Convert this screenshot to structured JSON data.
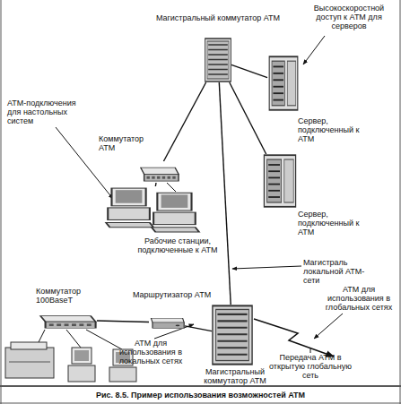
{
  "diagram": {
    "caption": "Рис. 8.5. Пример использования возможностей ATM",
    "nodes": [
      {
        "text": [
          "Магистральный коммутатор ATM"
        ]
      },
      {
        "text": [
          "Сервер, подключенный к ATM"
        ]
      },
      {
        "text": [
          "Сервер, подключенный к ATM"
        ]
      },
      {
        "text": [
          "Коммутатор ATM"
        ]
      },
      {
        "text": [
          "Рабочие станции, подключенные к ATM"
        ]
      },
      {
        "text": [
          "Коммутатор 100BaseT"
        ]
      },
      {
        "text": [
          "Маршрутизатор ATM"
        ]
      },
      {
        "text": [
          "Магистральный коммутатор ATM"
        ]
      }
    ],
    "edges": [
      {
        "from": 0,
        "to": 1,
        "arrow": "none"
      },
      {
        "from": 0,
        "to": 2,
        "arrow": "none"
      },
      {
        "from": 0,
        "to": 3,
        "arrow": "none"
      },
      {
        "from": 3,
        "to": 4,
        "arrow": "none"
      },
      {
        "from": 0,
        "to": 7,
        "arrow": "none"
      },
      {
        "from": 5,
        "to": 6,
        "arrow": "none"
      },
      {
        "from": 6,
        "to": 7,
        "arrow": "none"
      }
    ],
    "labels": [
      "Высокоскоростной доступ к ATM для серверов",
      "ATM-подключения для настольных систем",
      "Магистраль локальной ATM-сети",
      "ATM для использования в глобальных сетях",
      "Передача ATM в открытую глобальную сеть",
      "ATM для использования в локальных сетях"
    ]
  }
}
